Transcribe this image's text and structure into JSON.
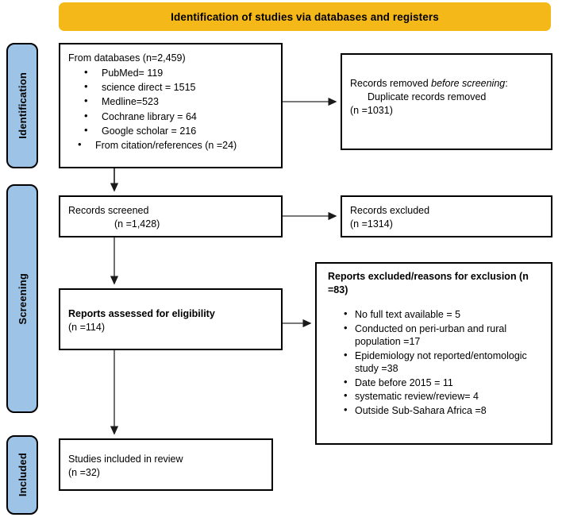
{
  "header": {
    "title": "Identification of studies via databases and registers",
    "bg_color": "#F5B819"
  },
  "stage_labels": {
    "accent_color": "#9DC3E6",
    "identification": "Identification",
    "screening": "Screening",
    "included": "Included"
  },
  "boxes": {
    "databases": {
      "heading": "From databases (n=2,459)",
      "items": [
        "PubMed= 119",
        "science direct = 1515",
        "Medline=523",
        "Cochrane library = 64",
        "Google scholar = 216",
        "From citation/references (n =24)"
      ]
    },
    "removed": {
      "line1_prefix": "Records removed ",
      "line1_italic": "before screening",
      "line1_suffix": ":",
      "line2": "Duplicate records removed",
      "line3": "(n =1031)"
    },
    "screened": {
      "line1": "Records screened",
      "line2": "(n =1,428)"
    },
    "excluded": {
      "line1": "Records excluded",
      "line2": "(n =1314)"
    },
    "eligibility": {
      "line1": "Reports assessed for eligibility",
      "line2": "(n =114)"
    },
    "reasons": {
      "heading": "Reports excluded/reasons for exclusion (n =83)",
      "items": [
        "No full text available = 5",
        "Conducted on peri-urban and rural population =17",
        "Epidemiology not reported/entomologic study =38",
        "Date before 2015 = 11",
        "systematic review/review= 4",
        "Outside Sub-Sahara Africa =8"
      ]
    },
    "included": {
      "line1": "Studies included in review",
      "line2": "(n =32)"
    }
  }
}
